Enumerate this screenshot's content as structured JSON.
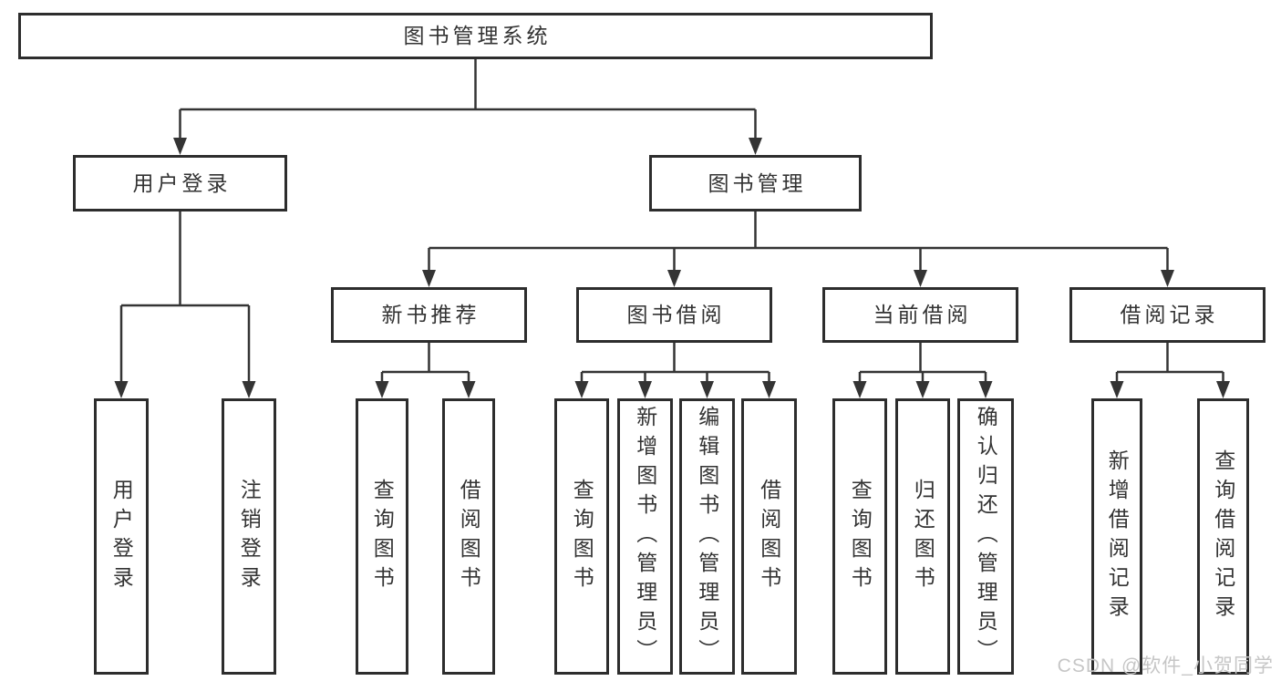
{
  "diagram": {
    "title": "图书管理系统",
    "nodes": [
      {
        "id": "root",
        "label": "图书管理系统",
        "orient": "h"
      },
      {
        "id": "login",
        "label": "用户登录",
        "orient": "h"
      },
      {
        "id": "mgmt",
        "label": "图书管理",
        "orient": "h"
      },
      {
        "id": "new-rec",
        "label": "新书推荐",
        "orient": "h"
      },
      {
        "id": "borrow",
        "label": "图书借阅",
        "orient": "h"
      },
      {
        "id": "current",
        "label": "当前借阅",
        "orient": "h"
      },
      {
        "id": "records",
        "label": "借阅记录",
        "orient": "h"
      },
      {
        "id": "login-do",
        "label": "用户登录",
        "orient": "v"
      },
      {
        "id": "login-out",
        "label": "注销登录",
        "orient": "v"
      },
      {
        "id": "rec-query",
        "label": "查询图书",
        "orient": "v"
      },
      {
        "id": "rec-borrow",
        "label": "借阅图书",
        "orient": "v"
      },
      {
        "id": "bor-query",
        "label": "查询图书",
        "orient": "v"
      },
      {
        "id": "bor-add",
        "label": "新增图书（管理员）",
        "orient": "v"
      },
      {
        "id": "bor-edit",
        "label": "编辑图书（管理员）",
        "orient": "v"
      },
      {
        "id": "bor-borrow",
        "label": "借阅图书",
        "orient": "v"
      },
      {
        "id": "cur-query",
        "label": "查询图书",
        "orient": "v"
      },
      {
        "id": "cur-return",
        "label": "归还图书",
        "orient": "v"
      },
      {
        "id": "cur-confirm",
        "label": "确认归还（管理员）",
        "orient": "v"
      },
      {
        "id": "hist-add",
        "label": "新增借阅记录",
        "orient": "v"
      },
      {
        "id": "hist-query",
        "label": "查询借阅记录",
        "orient": "v"
      }
    ],
    "edges": [
      {
        "from": "root",
        "to": [
          "login",
          "mgmt"
        ]
      },
      {
        "from": "login",
        "to": [
          "login-do",
          "login-out"
        ]
      },
      {
        "from": "mgmt",
        "to": [
          "new-rec",
          "borrow",
          "current",
          "records"
        ]
      },
      {
        "from": "new-rec",
        "to": [
          "rec-query",
          "rec-borrow"
        ]
      },
      {
        "from": "borrow",
        "to": [
          "bor-query",
          "bor-add",
          "bor-edit",
          "bor-borrow"
        ]
      },
      {
        "from": "current",
        "to": [
          "cur-query",
          "cur-return",
          "cur-confirm"
        ]
      },
      {
        "from": "records",
        "to": [
          "hist-add",
          "hist-query"
        ]
      }
    ],
    "colors": {
      "box_border": "#2d2d2d",
      "line": "#343434",
      "text": "#333333",
      "background": "#ffffff"
    }
  },
  "watermark": {
    "text": "CSDN @软件_小贺同学",
    "color": "#c6c6c6"
  }
}
